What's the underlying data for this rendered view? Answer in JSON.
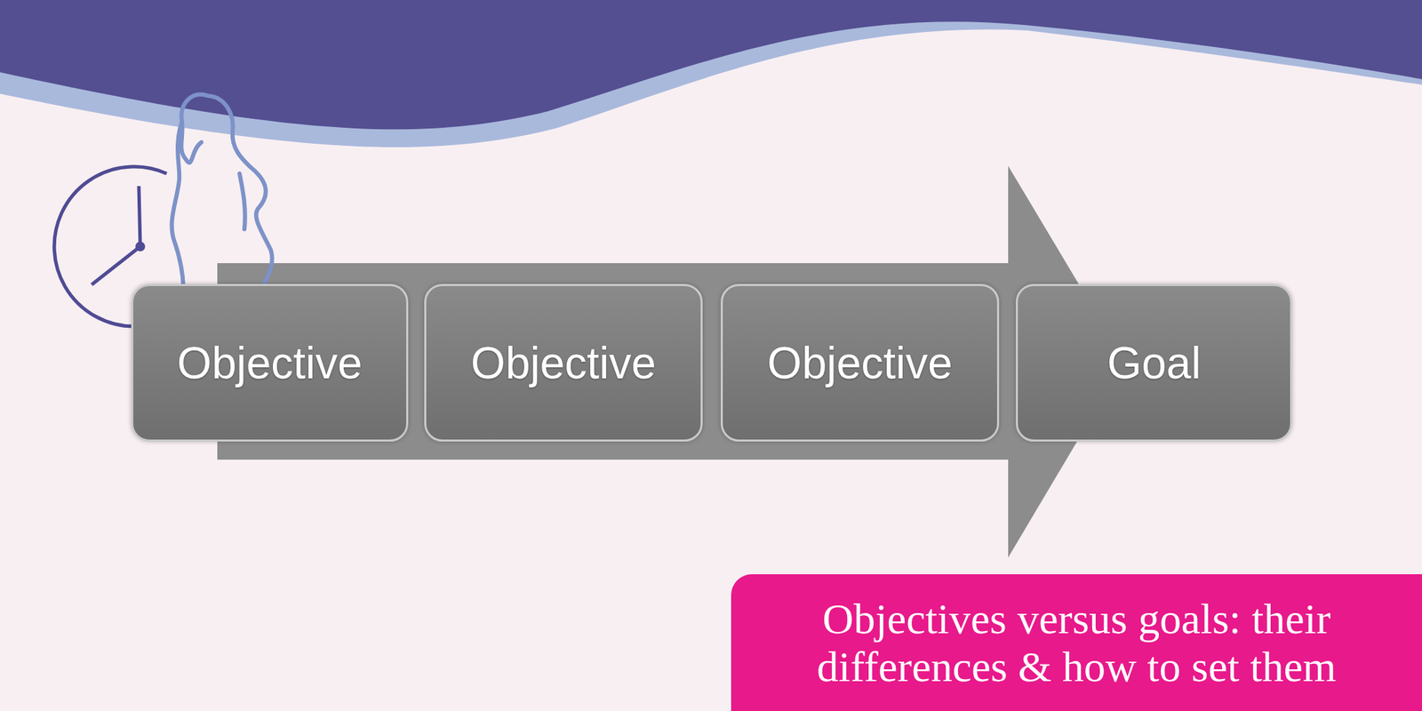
{
  "diagram": {
    "title": "Objectives versus goals: their differences & how to set them",
    "nodes": [
      {
        "text": [
          "Objective"
        ]
      },
      {
        "text": [
          "Objective"
        ]
      },
      {
        "text": [
          "Objective"
        ]
      },
      {
        "text": [
          "Goal"
        ]
      }
    ]
  }
}
